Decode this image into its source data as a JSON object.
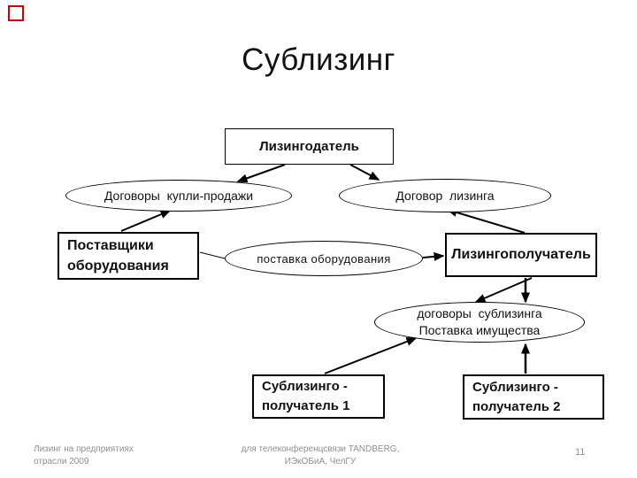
{
  "slide": {
    "title": "Сублизинг",
    "marker_color": "#d40000"
  },
  "nodes": {
    "lizingodatel": {
      "label": "Лизингодатель"
    },
    "dogovory_kupli_prodazhi": {
      "label": "Договоры  купли-продажи"
    },
    "dogovor_lizinga": {
      "label": "Договор  лизинга"
    },
    "postavshchiki": {
      "line1": "Поставщики",
      "line2": "оборудования"
    },
    "postavka_oborudovaniya": {
      "label": "поставка оборудования"
    },
    "lizingopoluchatel": {
      "label": "Лизингополучатель"
    },
    "dogovory_sublizinga": {
      "line1": "договоры  сублизинга",
      "line2": "Поставка имущества"
    },
    "sublizingopoluchatel1": {
      "line1": "Сублизинго -",
      "line2": "получатель 1"
    },
    "sublizingopoluchatel2": {
      "line1": "Сублизинго -",
      "line2": "получатель 2"
    }
  },
  "footer": {
    "left_line1": "Лизинг на предприятиях",
    "left_line2": "отрасли 2009",
    "center_line1": "для телеконференцсвязи TANDBERG,",
    "center_line2": "ИЭкОБиА, ЧелГУ",
    "page_number": "11"
  }
}
